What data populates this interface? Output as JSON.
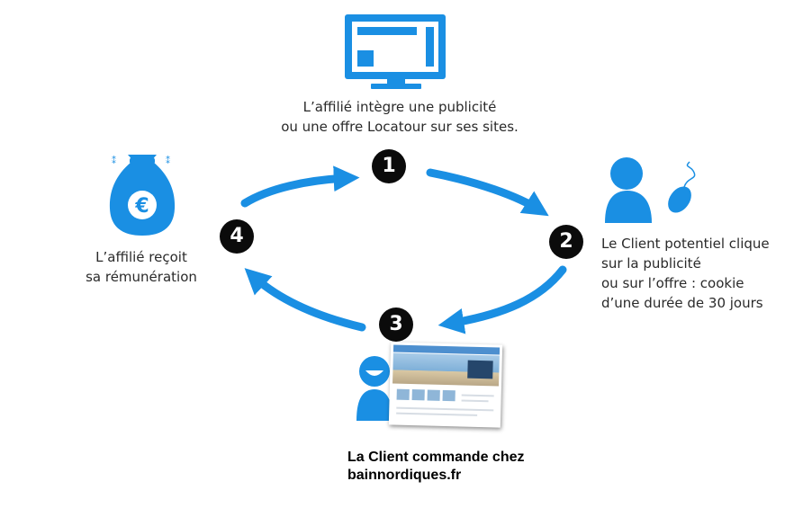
{
  "steps": [
    {
      "number": "1",
      "text_lines": [
        "L’affilié intègre une publicité",
        "ou une offre Locatour sur ses sites."
      ]
    },
    {
      "number": "2",
      "text_lines": [
        "Le Client potentiel clique",
        "sur la publicité",
        "ou sur l’offre : cookie",
        "d’une durée de 30 jours"
      ]
    },
    {
      "number": "3",
      "text_lines": [
        "La Client commande chez",
        "bainnordiques.fr"
      ]
    },
    {
      "number": "4",
      "text_lines": [
        "L’affilié reçoit",
        "sa rémunération"
      ]
    }
  ],
  "icons": {
    "monitor": "monitor-icon",
    "money_bag": "money-bag-icon",
    "money_symbol": "€",
    "user_mouse": "user-clicking-mouse-icon",
    "happy_user": "smiling-user-icon",
    "website": "website-screenshot"
  },
  "colors": {
    "accent_blue": "#1a8fe3",
    "badge_black": "#0b0b0b"
  }
}
